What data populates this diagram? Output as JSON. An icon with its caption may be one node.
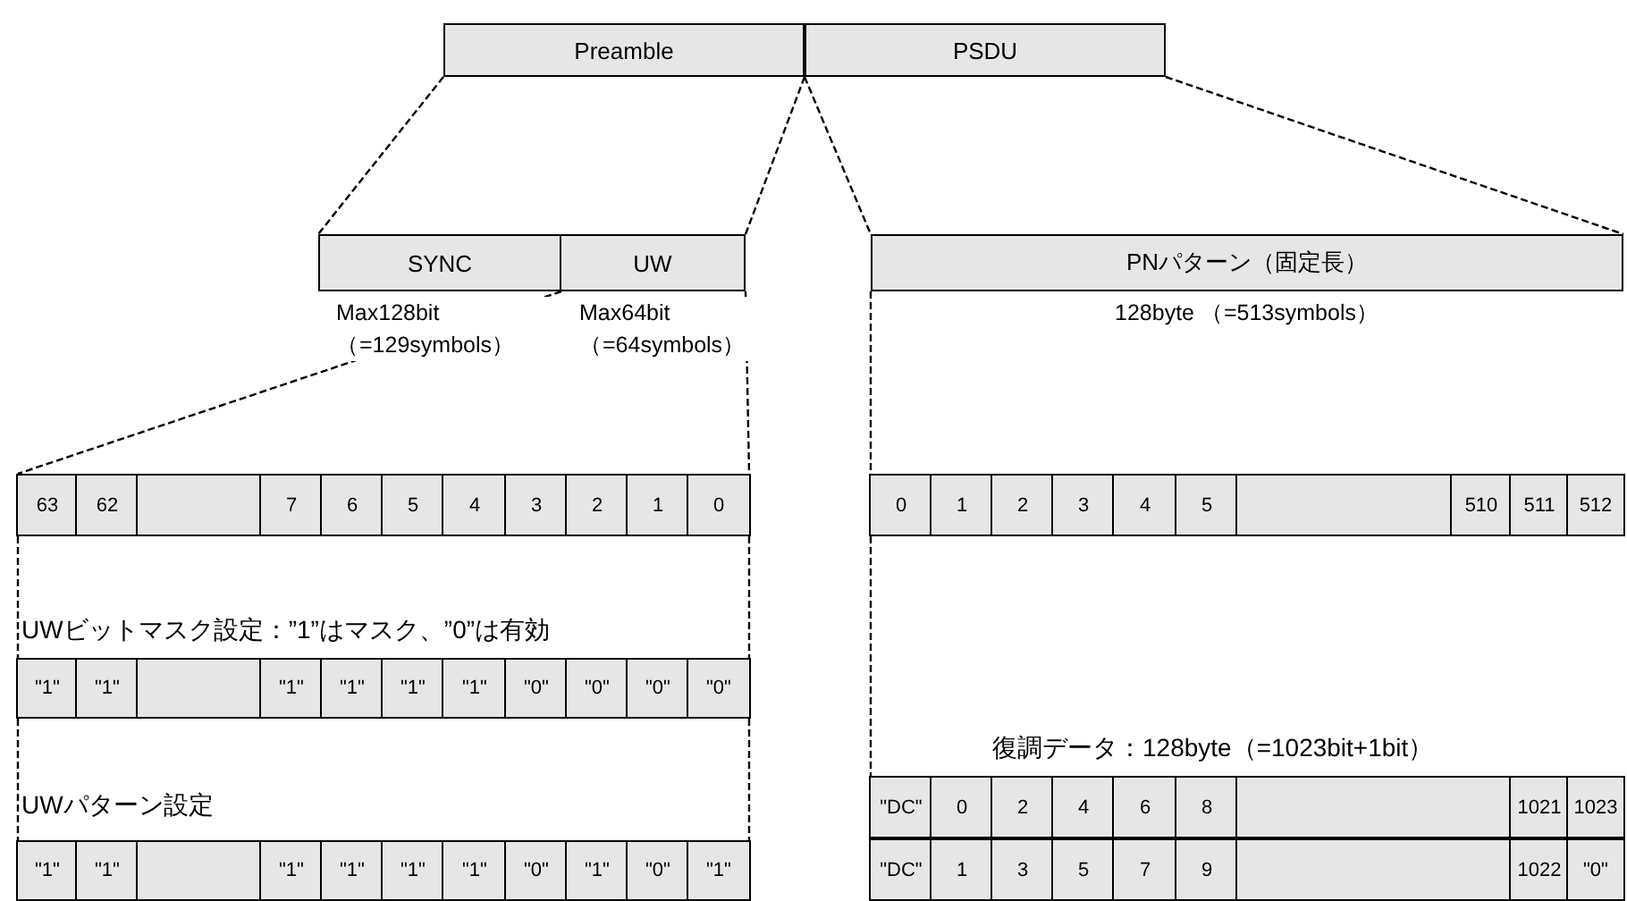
{
  "diagram": {
    "nodes": [
      {
        "text": [
          "Preamble"
        ]
      },
      {
        "text": [
          "PSDU"
        ]
      },
      {
        "text": [
          "SYNC"
        ],
        "beside": [
          "Max128bit （=129symbols）"
        ]
      },
      {
        "text": [
          "UW"
        ],
        "beside": [
          "Max64bit （=64symbols）"
        ]
      },
      {
        "text": [
          "PNパターン（固定長）"
        ],
        "beside": [
          "128byte （=513symbols）"
        ]
      },
      {
        "text": [
          "63",
          "62",
          "7",
          "6",
          "5",
          "4",
          "3",
          "2",
          "1",
          "0"
        ]
      },
      {
        "text": [
          "\"1\"",
          "\"1\"",
          "\"1\"",
          "\"1\"",
          "\"1\"",
          "\"1\"",
          "\"0\"",
          "\"0\"",
          "\"0\"",
          "\"0\""
        ]
      },
      {
        "text": [
          "\"1\"",
          "\"1\"",
          "\"1\"",
          "\"1\"",
          "\"1\"",
          "\"1\"",
          "\"0\"",
          "\"1\"",
          "\"0\"",
          "\"1\""
        ]
      },
      {
        "text": [
          "0",
          "1",
          "2",
          "3",
          "4",
          "5",
          "510",
          "511",
          "512"
        ]
      },
      {
        "text": [
          "\"DC\"",
          "0",
          "2",
          "4",
          "6",
          "8",
          "1021",
          "1023"
        ]
      },
      {
        "text": [
          "\"DC\"",
          "1",
          "3",
          "5",
          "7",
          "9",
          "1022",
          "\"0\""
        ]
      }
    ],
    "edges": [
      {
        "from": 0,
        "to": 2,
        "arrow": "none",
        "style": "dashed"
      },
      {
        "from": 0,
        "to": 3,
        "arrow": "none",
        "style": "dashed"
      },
      {
        "from": 1,
        "to": 4,
        "arrow": "none",
        "style": "dashed"
      },
      {
        "from": 1,
        "to": 4,
        "arrow": "none",
        "style": "dashed"
      },
      {
        "from": 2,
        "to": 5,
        "arrow": "none",
        "style": "dashed"
      },
      {
        "from": 3,
        "to": 5,
        "arrow": "none",
        "style": "dashed"
      },
      {
        "from": 5,
        "to": 6,
        "arrow": "none",
        "style": "dashed"
      },
      {
        "from": 5,
        "to": 6,
        "arrow": "none",
        "style": "dashed"
      },
      {
        "from": 6,
        "to": 7,
        "arrow": "none",
        "style": "dashed"
      },
      {
        "from": 6,
        "to": 7,
        "arrow": "none",
        "style": "dashed"
      },
      {
        "from": 4,
        "to": 8,
        "arrow": "none",
        "style": "dashed"
      },
      {
        "from": 8,
        "to": 9,
        "arrow": "none",
        "style": "dashed"
      }
    ],
    "labels": [
      "UWビットマスク設定：”1”はマスク、”0”は有効",
      "UWパターン設定",
      "復調データ：128byte（=1023bit+1bit）"
    ]
  }
}
